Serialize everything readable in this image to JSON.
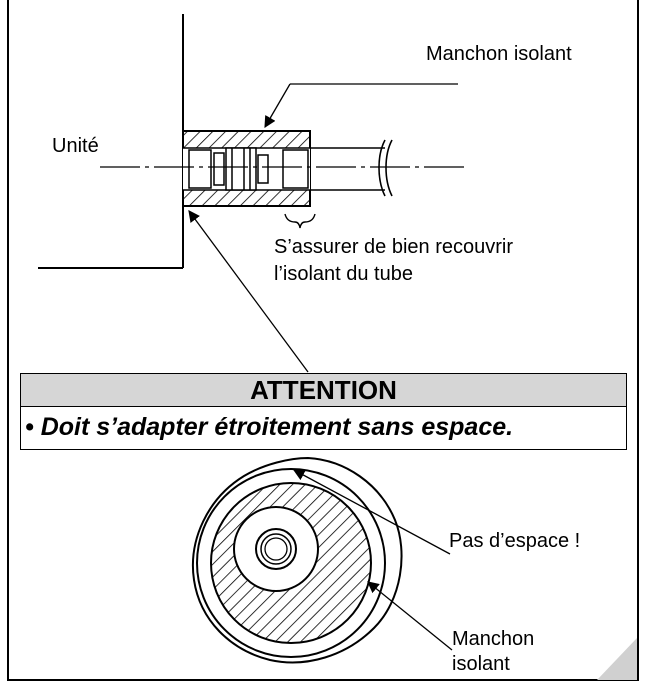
{
  "labels": {
    "sleeve_top": "Manchon isolant",
    "unit": "Unité",
    "ensure_line1": "S’assurer de bien recouvrir",
    "ensure_line2": "l’isolant du tube",
    "no_gap": "Pas d’espace !",
    "sleeve_bottom_line1": "Manchon",
    "sleeve_bottom_line2": "isolant"
  },
  "attention": {
    "title": "ATTENTION",
    "text": "• Doit s’adapter étroitement sans espace."
  }
}
